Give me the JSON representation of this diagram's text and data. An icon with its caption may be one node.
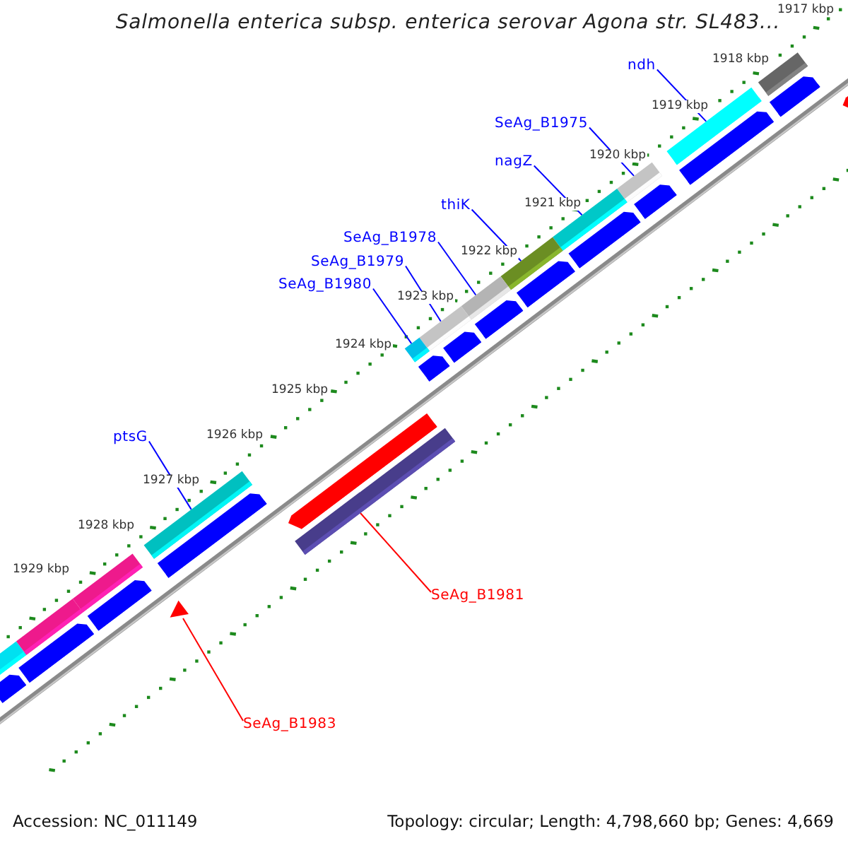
{
  "diagram": {
    "title": "Salmonella enterica subsp. enterica serovar Agona str. SL483...",
    "nodes": [
      {
        "text": [
          "ndh"
        ]
      },
      {
        "text": [],
        "shape": "bar"
      },
      {
        "text": [
          "SeAg_B1975"
        ]
      },
      {
        "text": [],
        "shape": "bar"
      },
      {
        "text": [
          "nagZ"
        ]
      },
      {
        "text": [],
        "shape": "bar"
      },
      {
        "text": [
          "thiK"
        ]
      },
      {
        "text": [],
        "shape": "bar"
      },
      {
        "text": [
          "SeAg_B1978"
        ]
      },
      {
        "text": [],
        "shape": "bar"
      },
      {
        "text": [
          "SeAg_B1979"
        ]
      },
      {
        "text": [],
        "shape": "bar"
      },
      {
        "text": [
          "SeAg_B1980"
        ]
      },
      {
        "text": [],
        "shape": "bar"
      },
      {
        "text": [
          "ptsG"
        ]
      },
      {
        "text": [],
        "shape": "bar"
      },
      {
        "text": [],
        "shape": "bar"
      },
      {
        "text": [
          "SeAg_B1981"
        ]
      },
      {
        "text": [],
        "shape": "triangle"
      },
      {
        "text": [
          "SeAg_B1983"
        ]
      }
    ],
    "edges": [
      {
        "from": 0,
        "to": 1,
        "arrow": "none"
      },
      {
        "from": 2,
        "to": 3,
        "arrow": "none"
      },
      {
        "from": 4,
        "to": 5,
        "arrow": "none"
      },
      {
        "from": 6,
        "to": 7,
        "arrow": "none"
      },
      {
        "from": 8,
        "to": 9,
        "arrow": "none"
      },
      {
        "from": 10,
        "to": 11,
        "arrow": "none"
      },
      {
        "from": 12,
        "to": 13,
        "arrow": "none"
      },
      {
        "from": 14,
        "to": 15,
        "arrow": "none"
      },
      {
        "from": 17,
        "to": 16,
        "arrow": "none",
        "color": "#ff0000"
      },
      {
        "from": 19,
        "to": 18,
        "arrow": "none",
        "color": "#ff0000"
      }
    ],
    "labels": [
      "1917 kbp",
      "1918 kbp",
      "1919 kbp",
      "1920 kbp",
      "1921 kbp",
      "1922 kbp",
      "1923 kbp",
      "1924 kbp",
      "1925 kbp",
      "1926 kbp",
      "1927 kbp",
      "1928 kbp",
      "1929 kbp",
      "Accession: NC_011149",
      "Topology: circular; Length: 4,798,660 bp; Genes: 4,669"
    ]
  }
}
